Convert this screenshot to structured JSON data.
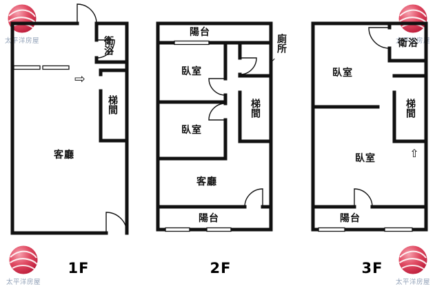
{
  "watermark": {
    "brand": "太平洋房屋"
  },
  "floors": [
    {
      "label": "1F",
      "rooms": {
        "bath": "衛浴",
        "stairwell": "梯間",
        "living_room": "客廳"
      }
    },
    {
      "label": "2F",
      "rooms": {
        "balcony_top": "陽台",
        "toilet": "廁所",
        "bedroom_upper": "臥室",
        "stairwell": "梯間",
        "bedroom_lower": "臥室",
        "living_room": "客廳",
        "balcony_bottom": "陽台"
      }
    },
    {
      "label": "3F",
      "rooms": {
        "bath": "衛浴",
        "bedroom_upper": "臥室",
        "stairwell": "梯間",
        "bedroom_lower": "臥室",
        "balcony": "陽台"
      }
    }
  ],
  "icons": {
    "entry_arrow": "⇨",
    "stairs_up_arrow": "⇧",
    "toilet_pointer_arrow": "↙",
    "brand_logo": "pacific-realty-sphere"
  },
  "colors": {
    "walls": "#111111",
    "logo_red": "#c81e3c",
    "watermark_text": "#92a2b8"
  }
}
